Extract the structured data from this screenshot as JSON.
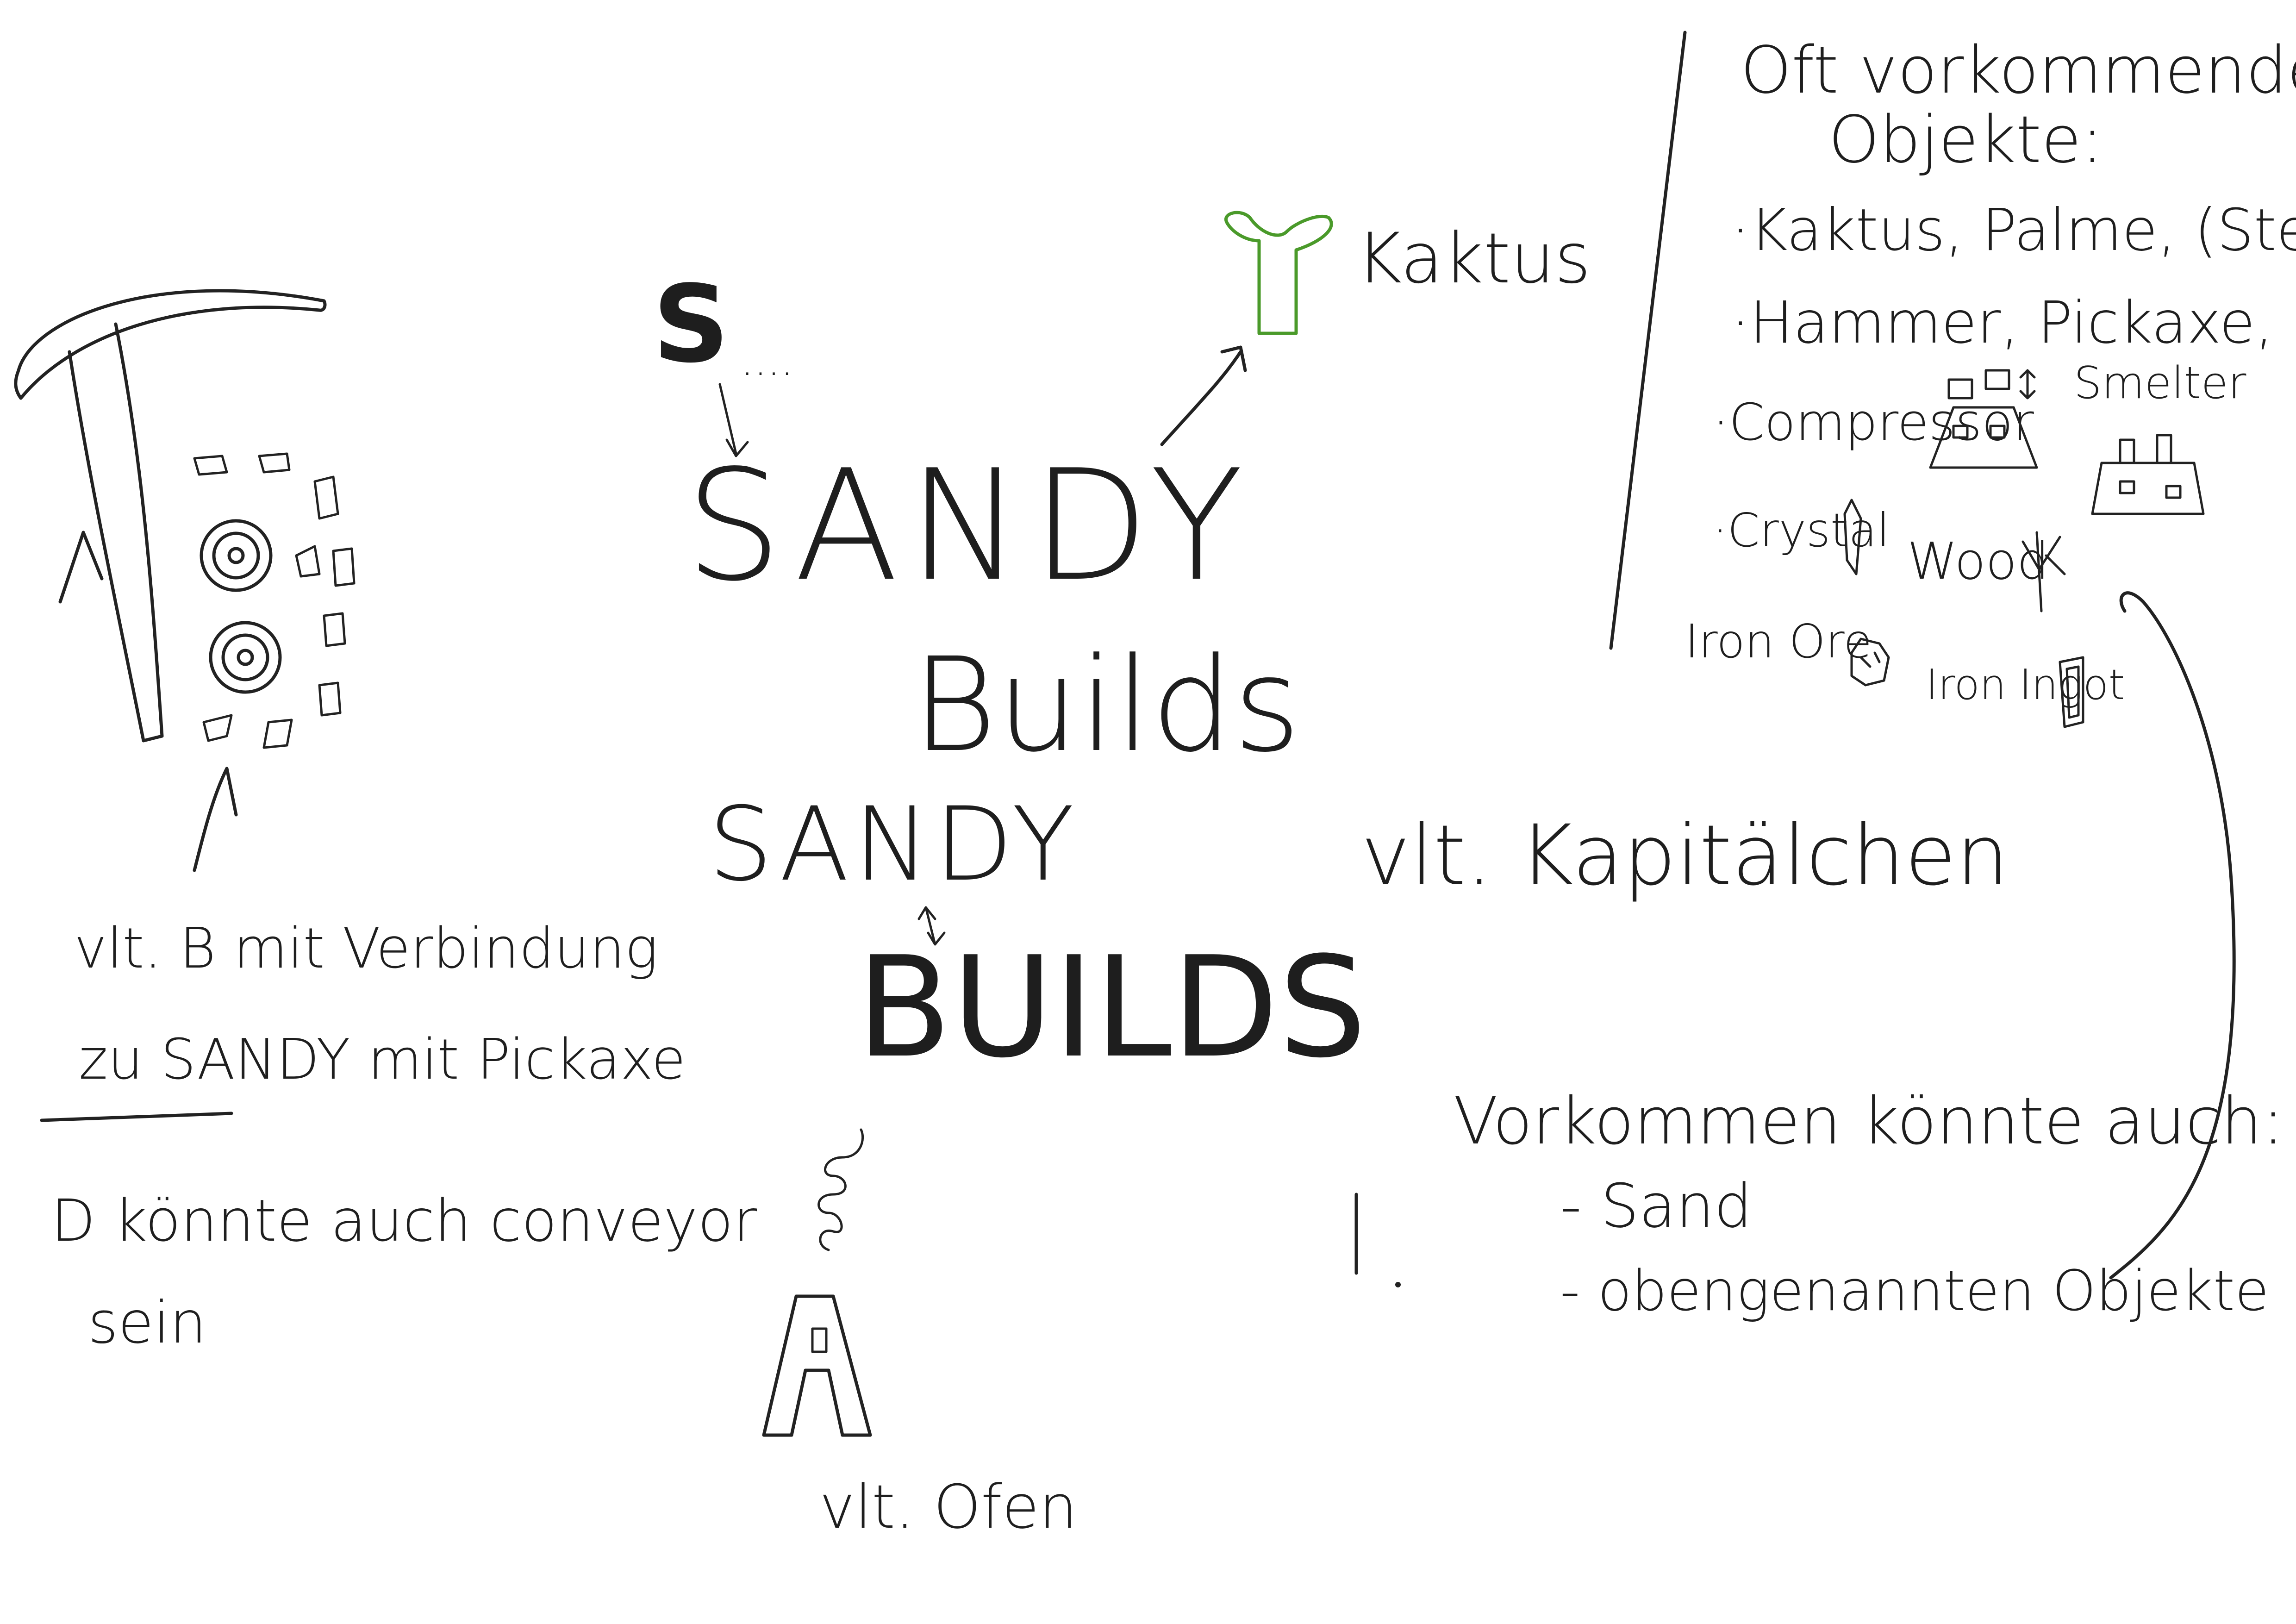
{
  "texts": {
    "s_small": "S",
    "s_dots": "....",
    "sandy_big": "SANDY",
    "builds_mixed": "Builds",
    "kaktus": "Kaktus",
    "sandy_alt": "SANDY",
    "builds_caps": "BUILDS",
    "a_letter": "A",
    "vlt_ofen": "vlt. Ofen",
    "left_note_1": "vlt. B mit Verbindung",
    "left_note_2": "zu SANDY mit Pickaxe",
    "left_note_3": "D könnte auch conveyor",
    "left_note_4": "sein",
    "kapitaelchen": "vlt. Kapitälchen",
    "right_title_1": "Oft vorkommende",
    "right_title_2": "Objekte:",
    "right_item_1": "·Kaktus, Palme, (Stein)",
    "right_item_2": "·Hammer, Pickaxe, Conveyor",
    "right_item_3": "·Compressor",
    "smelter": "Smelter",
    "crystal": "·Crystal",
    "wood": "Wood",
    "iron_ore": "Iron Ore",
    "iron_ingot": "Iron Ingot",
    "vorkommen_1": "Vorkommen könnte auch:",
    "vorkommen_2": "- Sand",
    "vorkommen_3": "- obengenannten Objekte"
  },
  "colors": {
    "ink": "#222222",
    "cactus": "#4a9a2a",
    "background": "#ffffff"
  },
  "icons": [
    "pickaxe-icon",
    "gear-icon",
    "cactus-icon",
    "compressor-icon",
    "smelter-icon",
    "crystal-icon",
    "wood-icon",
    "iron-ore-icon",
    "iron-ingot-icon",
    "furnace-a-icon",
    "smoke-icon"
  ]
}
